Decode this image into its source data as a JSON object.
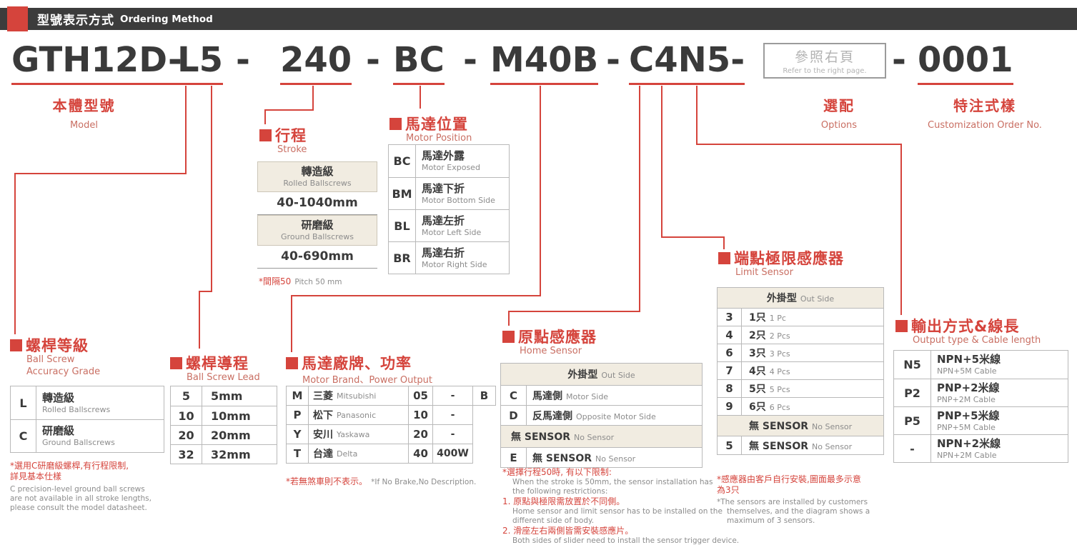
{
  "colors": {
    "accent": "#d5443c",
    "header_bar": "#3c3c3c",
    "table_header_bg": "#f1ece1"
  },
  "header": {
    "title_zh": "型號表示方式",
    "title_en": "Ordering Method"
  },
  "code": {
    "model": "GTH12D-",
    "screw": "L5",
    "sep": "-",
    "stroke": "240",
    "motor_position": "BC",
    "motor_brand": "M40B",
    "sensor": "C4N5-",
    "ref_zh": "參照右頁",
    "ref_en": "Refer to the right page.",
    "custom": "0001"
  },
  "labels": {
    "model_zh": "本體型號",
    "model_en": "Model",
    "options_zh": "選配",
    "options_en": "Options",
    "custom_zh": "特注式樣",
    "custom_en": "Customization Order No."
  },
  "stroke": {
    "title_zh": "行程",
    "title_en": "Stroke",
    "rolled_zh": "轉造級",
    "rolled_en": "Rolled Ballscrews",
    "rolled_range": "40-1040mm",
    "ground_zh": "研磨級",
    "ground_en": "Ground Ballscrews",
    "ground_range": "40-690mm",
    "note_zh": "*間隔50",
    "note_en": "Pitch 50 mm"
  },
  "motor_position": {
    "title_zh": "馬達位置",
    "title_en": "Motor Position",
    "rows": [
      {
        "code": "BC",
        "zh": "馬達外露",
        "en": "Motor Exposed"
      },
      {
        "code": "BM",
        "zh": "馬達下折",
        "en": "Motor Bottom Side"
      },
      {
        "code": "BL",
        "zh": "馬達左折",
        "en": "Motor Left Side"
      },
      {
        "code": "BR",
        "zh": "馬達右折",
        "en": "Motor Right Side"
      }
    ]
  },
  "grade": {
    "title_zh": "螺桿等級",
    "title_en1": "Ball Screw",
    "title_en2": "Accuracy Grade",
    "rows": [
      {
        "code": "L",
        "zh": "轉造級",
        "en": "Rolled Ballscrews"
      },
      {
        "code": "C",
        "zh": "研磨級",
        "en": "Ground Ballscrews"
      }
    ],
    "note_red1": "*選用C研磨級螺桿,有行程限制,",
    "note_red2": "詳見基本仕樣",
    "note_gray1": "C precision-level ground ball screws",
    "note_gray2": "are not available in all stroke lengths,",
    "note_gray3": "please consult the model datasheet."
  },
  "lead": {
    "title_zh": "螺桿導程",
    "title_en": "Ball Screw Lead",
    "rows": [
      {
        "code": "5",
        "value": "5mm"
      },
      {
        "code": "10",
        "value": "10mm"
      },
      {
        "code": "20",
        "value": "20mm"
      },
      {
        "code": "32",
        "value": "32mm"
      }
    ]
  },
  "brand": {
    "title_zh": "馬達廠牌、功率",
    "title_en": "Motor Brand、Power Output",
    "rows": [
      {
        "code": "M",
        "zh": "三菱",
        "en": "Mitsubishi",
        "power_code": "05",
        "power": "-",
        "brake": "B"
      },
      {
        "code": "P",
        "zh": "松下",
        "en": "Panasonic",
        "power_code": "10",
        "power": "-"
      },
      {
        "code": "Y",
        "zh": "安川",
        "en": "Yaskawa",
        "power_code": "20",
        "power": "-"
      },
      {
        "code": "T",
        "zh": "台達",
        "en": "Delta",
        "power_code": "40",
        "power": "400W"
      }
    ],
    "note_red": "*若無煞車則不表示。",
    "note_gray": "*If No Brake,No Description."
  },
  "home_sensor": {
    "title_zh": "原點感應器",
    "title_en": "Home Sensor",
    "header_zh": "外掛型",
    "header_en": "Out Side",
    "rows": [
      {
        "code": "C",
        "zh": "馬達側",
        "en": "Motor Side"
      },
      {
        "code": "D",
        "zh": "反馬達側",
        "en": "Opposite Motor Side"
      }
    ],
    "nosensor_zh": "無 SENSOR",
    "nosensor_en": "No Sensor",
    "e_row": {
      "code": "E",
      "zh": "無 SENSOR",
      "en": "No Sensor"
    },
    "notes": {
      "red1": "*選擇行程50時, 有以下限制:",
      "gray1": "When the stroke is 50mm, the sensor installation has",
      "gray2": "the following restrictions:",
      "red2": "1. 原點與極限需放置於不同側。",
      "gray3": "Home sensor and limit sensor has to be installed on the",
      "gray4": "different side of body.",
      "red3": "2. 滑座左右兩側皆需安裝感應片。",
      "gray5": "Both sides of slider need to install the sensor trigger device."
    }
  },
  "limit_sensor": {
    "title_zh": "端點極限感應器",
    "title_en": "Limit Sensor",
    "header_zh": "外掛型",
    "header_en": "Out Side",
    "rows": [
      {
        "code": "3",
        "zh": "1只",
        "en": "1 Pc"
      },
      {
        "code": "4",
        "zh": "2只",
        "en": "2 Pcs"
      },
      {
        "code": "6",
        "zh": "3只",
        "en": "3 Pcs"
      },
      {
        "code": "7",
        "zh": "4只",
        "en": "4 Pcs"
      },
      {
        "code": "8",
        "zh": "5只",
        "en": "5 Pcs"
      },
      {
        "code": "9",
        "zh": "6只",
        "en": "6 Pcs"
      }
    ],
    "nosensor_zh": "無 SENSOR",
    "nosensor_en": "No Sensor",
    "five_row": {
      "code": "5",
      "zh": "無 SENSOR",
      "en": "No Sensor"
    },
    "note_red1": "*感應器由客戶自行安裝,圖面最多示意",
    "note_red2": "為3只",
    "note_gray1": "*The sensors are installed by customers",
    "note_gray2": "themselves, and the diagram shows a",
    "note_gray3": "maximum of 3 sensors."
  },
  "output": {
    "title_zh": "輸出方式&線長",
    "title_en": "Output type & Cable length",
    "rows": [
      {
        "code": "N5",
        "zh": "NPN+5米線",
        "en": "NPN+5M Cable"
      },
      {
        "code": "P2",
        "zh": "PNP+2米線",
        "en": "PNP+2M Cable"
      },
      {
        "code": "P5",
        "zh": "PNP+5米線",
        "en": "PNP+5M Cable"
      },
      {
        "code": "-",
        "zh": "NPN+2米線",
        "en": "NPN+2M Cable"
      }
    ]
  }
}
